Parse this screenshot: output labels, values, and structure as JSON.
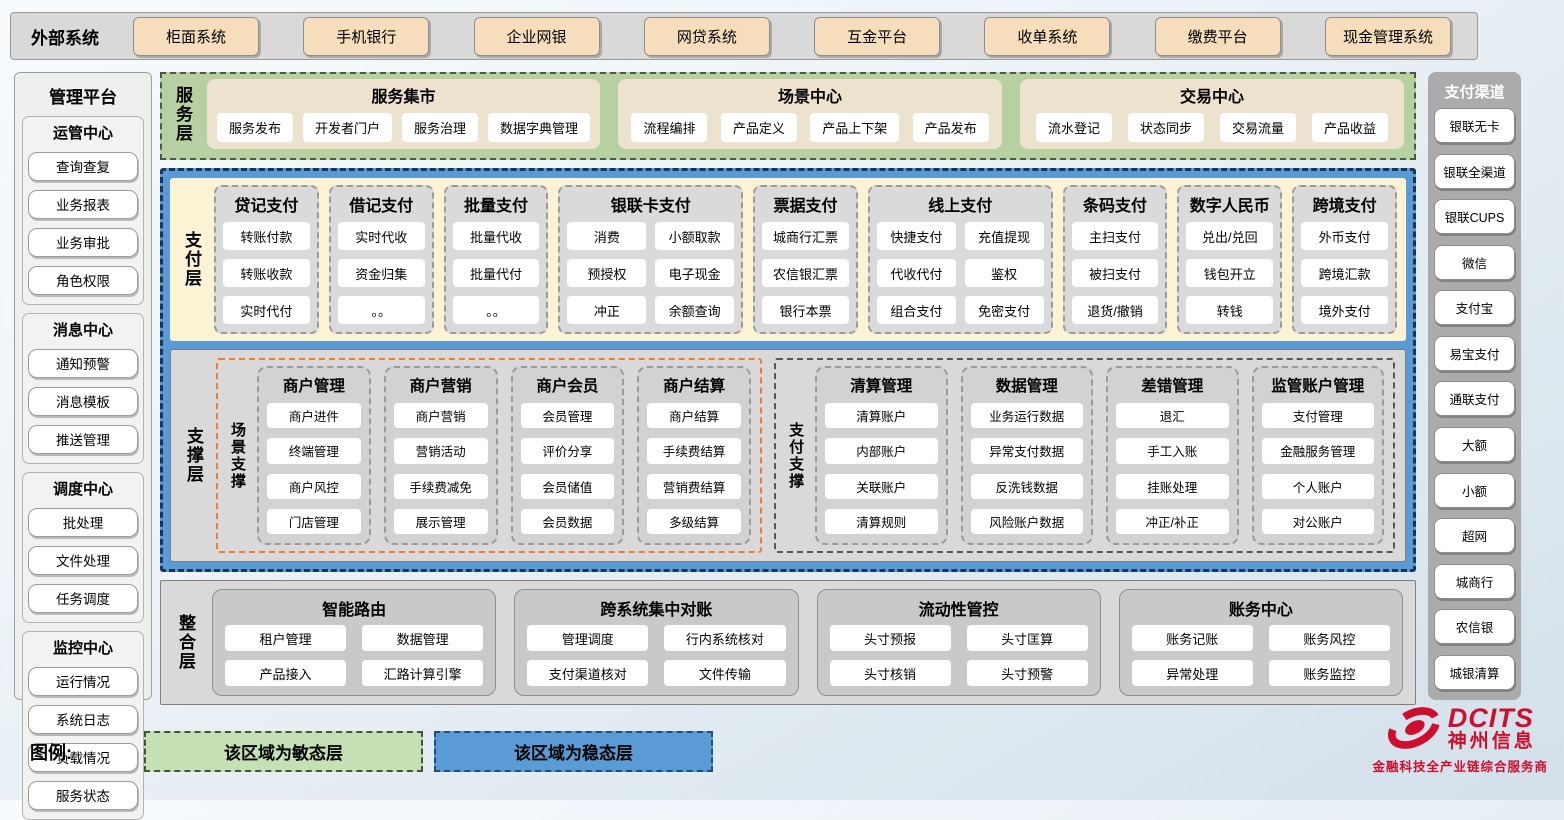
{
  "external_systems": {
    "label": "外部系统",
    "items": [
      "柜面系统",
      "手机银行",
      "企业网银",
      "网贷系统",
      "互金平台",
      "收单系统",
      "缴费平台",
      "现金管理系统"
    ]
  },
  "management_platform": {
    "title": "管理平台",
    "groups": [
      {
        "title": "运管中心",
        "items": [
          "查询查复",
          "业务报表",
          "业务审批",
          "角色权限"
        ]
      },
      {
        "title": "消息中心",
        "items": [
          "通知预警",
          "消息模板",
          "推送管理"
        ]
      },
      {
        "title": "调度中心",
        "items": [
          "批处理",
          "文件处理",
          "任务调度"
        ]
      },
      {
        "title": "监控中心",
        "items": [
          "运行情况",
          "系统日志",
          "负载情况",
          "服务状态"
        ]
      }
    ]
  },
  "service_layer": {
    "label": "服务层",
    "groups": [
      {
        "title": "服务集市",
        "items": [
          "服务发布",
          "开发者门户",
          "服务治理",
          "数据字典管理"
        ]
      },
      {
        "title": "场景中心",
        "items": [
          "流程编排",
          "产品定义",
          "产品上下架",
          "产品发布"
        ]
      },
      {
        "title": "交易中心",
        "items": [
          "流水登记",
          "状态同步",
          "交易流量",
          "产品收益"
        ]
      }
    ]
  },
  "payment_layer": {
    "label": "支付层",
    "columns": [
      {
        "title": "贷记支付",
        "items": [
          "转账付款",
          "转账收款",
          "实时代付"
        ]
      },
      {
        "title": "借记支付",
        "items": [
          "实时代收",
          "资金归集",
          "。。"
        ]
      },
      {
        "title": "批量支付",
        "items": [
          "批量代收",
          "批量代付",
          "。。"
        ]
      },
      {
        "title": "银联卡支付",
        "items": [
          "消费",
          "小额取款",
          "预授权",
          "电子现金",
          "冲正",
          "余额查询"
        ]
      },
      {
        "title": "票据支付",
        "items": [
          "城商行汇票",
          "农信银汇票",
          "银行本票"
        ]
      },
      {
        "title": "线上支付",
        "items": [
          "快捷支付",
          "充值提现",
          "代收代付",
          "鉴权",
          "组合支付",
          "免密支付"
        ]
      },
      {
        "title": "条码支付",
        "items": [
          "主扫支付",
          "被扫支付",
          "退货/撤销"
        ]
      },
      {
        "title": "数字人民币",
        "items": [
          "兑出/兑回",
          "钱包开立",
          "转钱"
        ]
      },
      {
        "title": "跨境支付",
        "items": [
          "外币支付",
          "跨境汇款",
          "境外支付"
        ]
      }
    ]
  },
  "support_layer": {
    "label": "支撑层",
    "groups": [
      {
        "label": "场景支撑",
        "columns": [
          {
            "title": "商户管理",
            "items": [
              "商户进件",
              "终端管理",
              "商户风控",
              "门店管理"
            ]
          },
          {
            "title": "商户营销",
            "items": [
              "商户营销",
              "营销活动",
              "手续费减免",
              "展示管理"
            ]
          },
          {
            "title": "商户会员",
            "items": [
              "会员管理",
              "评价分享",
              "会员储值",
              "会员数据"
            ]
          },
          {
            "title": "商户结算",
            "items": [
              "商户结算",
              "手续费结算",
              "营销费结算",
              "多级结算"
            ]
          }
        ]
      },
      {
        "label": "支付支撑",
        "columns": [
          {
            "title": "清算管理",
            "items": [
              "清算账户",
              "内部账户",
              "关联账户",
              "清算规则"
            ]
          },
          {
            "title": "数据管理",
            "items": [
              "业务运行数据",
              "异常支付数据",
              "反洗钱数据",
              "风险账户数据"
            ]
          },
          {
            "title": "差错管理",
            "items": [
              "退汇",
              "手工入账",
              "挂账处理",
              "冲正/补正"
            ]
          },
          {
            "title": "监管账户管理",
            "items": [
              "支付管理",
              "金融服务管理",
              "个人账户",
              "对公账户"
            ]
          }
        ]
      }
    ]
  },
  "integration_layer": {
    "label": "整合层",
    "groups": [
      {
        "title": "智能路由",
        "items": [
          "租户管理",
          "数据管理",
          "产品接入",
          "汇路计算引擎"
        ]
      },
      {
        "title": "跨系统集中对账",
        "items": [
          "管理调度",
          "行内系统核对",
          "支付渠道核对",
          "文件传输"
        ]
      },
      {
        "title": "流动性管控",
        "items": [
          "头寸预报",
          "头寸匡算",
          "头寸核销",
          "头寸预警"
        ]
      },
      {
        "title": "账务中心",
        "items": [
          "账务记账",
          "账务风控",
          "异常处理",
          "账务监控"
        ]
      }
    ]
  },
  "payment_channels": {
    "title": "支付渠道",
    "items": [
      "银联无卡",
      "银联全渠道",
      "银联CUPS",
      "微信",
      "支付宝",
      "易宝支付",
      "通联支付",
      "大额",
      "小额",
      "超网",
      "城商行",
      "农信银",
      "城银清算"
    ]
  },
  "legend": {
    "label": "图例:",
    "agile_label": "该区域为敏态层",
    "stable_label": "该区域为稳态层"
  },
  "logo": {
    "brand": "DCITS",
    "company": "神州信息",
    "tagline": "金融科技全产业链综合服务商"
  },
  "colors": {
    "agile_green": "#b7d0a2",
    "stable_blue": "#5b9bd5",
    "payment_cream": "#fcf3d4",
    "panel_gray": "#d9d9d9",
    "group_beige": "#ede2cd",
    "accent_orange": "#ed7d31",
    "brand_red": "#ce0e2d"
  }
}
